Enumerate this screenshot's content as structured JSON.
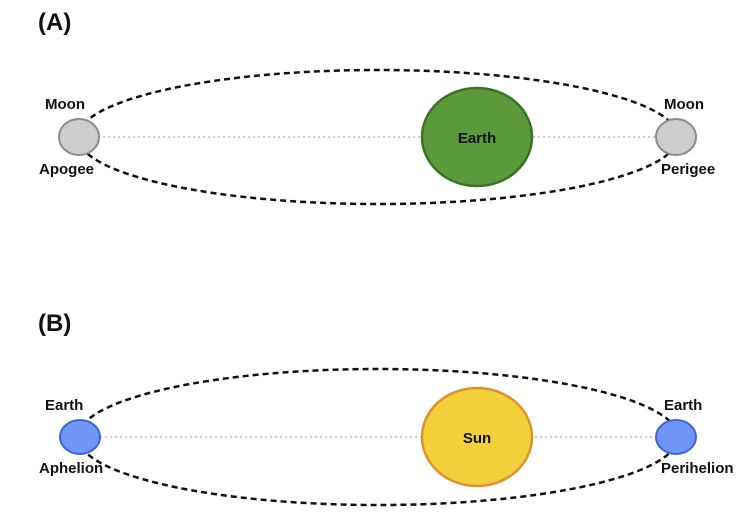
{
  "panelA": {
    "label": "(A)",
    "left_body_top": "Moon",
    "left_body_bottom": "Apogee",
    "right_body_top": "Moon",
    "right_body_bottom": "Perigee",
    "center_body": "Earth",
    "colors": {
      "center_fill": "#5b9a3a",
      "center_stroke": "#3b7224",
      "orbiter_fill": "#cdcdcd",
      "orbiter_stroke": "#8c8c8c"
    }
  },
  "panelB": {
    "label": "(B)",
    "left_body_top": "Earth",
    "left_body_bottom": "Aphelion",
    "right_body_top": "Earth",
    "right_body_bottom": "Perihelion",
    "center_body": "Sun",
    "colors": {
      "center_fill": "#f2d03b",
      "center_stroke": "#e0912f",
      "orbiter_fill": "#6f95f7",
      "orbiter_stroke": "#3f66d0"
    }
  }
}
